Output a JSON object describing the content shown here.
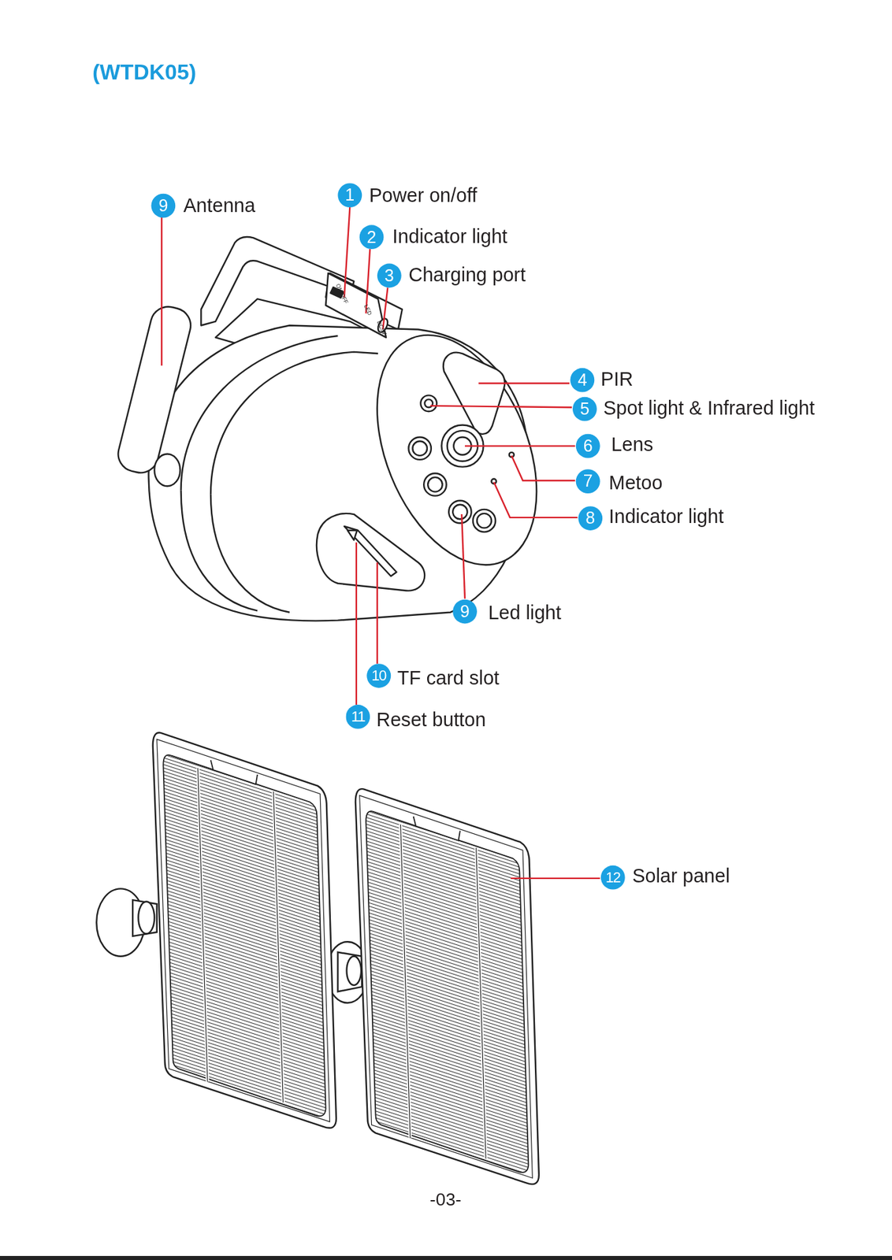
{
  "diagram": {
    "title": "(WTDK05)",
    "labels": [
      "9",
      "Antenna",
      "1",
      "Power on/off",
      "2",
      "Indicator light",
      "3",
      "Charging port",
      "ON/OFF",
      "LED",
      "DC5V",
      "4",
      "PIR",
      "5",
      "Spot light & Infrared light",
      "6",
      "Lens",
      "7",
      "Metoo",
      "8",
      "Indicator light",
      "9",
      "Led light",
      "10",
      "TF card slot",
      "11",
      "Reset button",
      "12",
      "Solar panel",
      "-03-"
    ]
  }
}
